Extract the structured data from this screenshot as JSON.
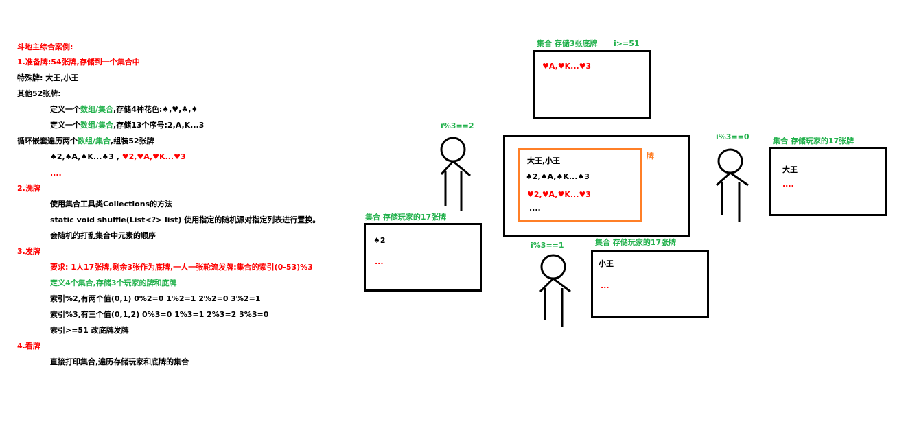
{
  "left": {
    "title": "斗地主综合案例:",
    "s1_heading": "1.准备牌:54张牌,存储到一个集合中",
    "special": "特殊牌: 大王,小王",
    "others": "其他52张牌:",
    "def1_a": "定义一个",
    "def1_b": "数组/集合",
    "def1_c": ",存储4种花色:",
    "suits": "♠,♥,♣,♦",
    "def2_a": "定义一个",
    "def2_b": "数组/集合",
    "def2_c": ",存储13个序号:2,A,K...3",
    "loop_a": "循环嵌套遍历两个",
    "loop_b": "数组/集合",
    "loop_c": ",组装52张牌",
    "cards_black": "♠2,♠A,♠K...♠3",
    "cards_red": "♥2,♥A,♥K...♥3",
    "dots": "....",
    "s2_heading": "2.洗牌",
    "s2_l1": "使用集合工具类Collections的方法",
    "s2_l2": "static void shuffle(List<?> list) 使用指定的随机源对指定列表进行置换。",
    "s2_l3": "会随机的打乱集合中元素的顺序",
    "s3_heading": "3.发牌",
    "s3_l1": "要求: 1人17张牌,剩余3张作为底牌,一人一张轮流发牌:集合的索引(0-53)%3",
    "s3_l2": "定义4个集合,存储3个玩家的牌和底牌",
    "s3_l3": "索引%2,有两个值(0,1) 0%2=0 1%2=1 2%2=0 3%2=1",
    "s3_l4": "索引%3,有三个值(0,1,2) 0%3=0 1%3=1 2%3=2 3%3=0",
    "s3_l5": "索引>=51 改底牌发牌",
    "s4_heading": "4.看牌",
    "s4_l1": "直接打印集合,遍历存储玩家和底牌的集合"
  },
  "diagram": {
    "bottom_set_label": "集合 存储3张底牌",
    "bottom_cond": "i>=51",
    "bottom_cards": "♥A,♥K...♥3",
    "deck_label": "牌",
    "deck_line1": "大王,小王",
    "deck_line2": "♠2,♠A,♠K...♠3",
    "deck_line3": "♥2,♥A,♥K...♥3",
    "deck_dots": "....",
    "player_label": "集合 存储玩家的17张牌",
    "p_left_cond": "i%3==2",
    "p_left_card": "♠2",
    "p_left_dots": "...",
    "p_mid_cond": "i%3==1",
    "p_mid_card": "小王",
    "p_mid_dots": "...",
    "p_right_cond": "i%3==0",
    "p_right_card": "大王",
    "p_right_dots": "...."
  },
  "colors": {
    "heading_red": "#ff0000",
    "highlight_green": "#22b14c",
    "deck_orange": "#ff7f27"
  }
}
